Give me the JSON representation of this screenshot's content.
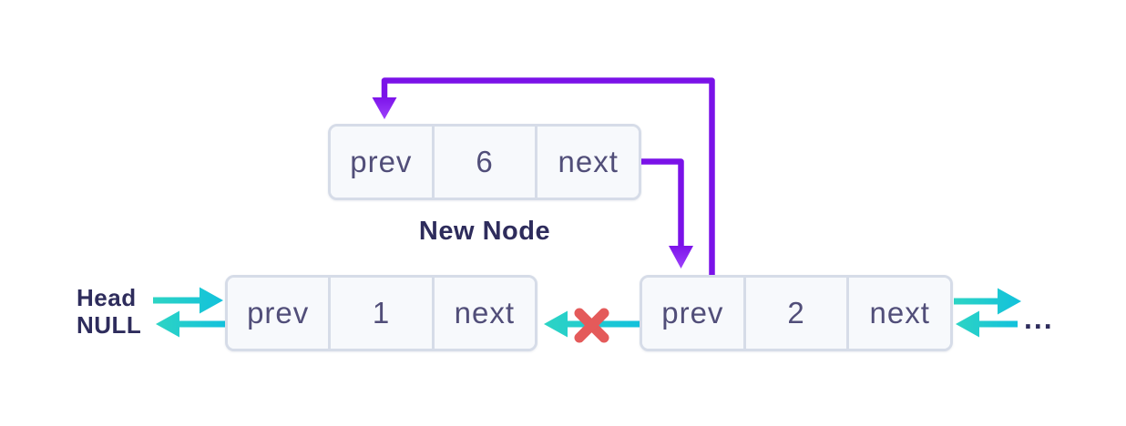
{
  "diagram": {
    "caption_new_node": "New Node",
    "head_label": "Head",
    "null_label": "NULL",
    "ellipsis": "...",
    "nodes": {
      "new_node": {
        "prev_label": "prev",
        "value": "6",
        "next_label": "next"
      },
      "node1": {
        "prev_label": "prev",
        "value": "1",
        "next_label": "next"
      },
      "node2": {
        "prev_label": "prev",
        "value": "2",
        "next_label": "next"
      }
    },
    "colors": {
      "purple_line": "#7a12e8",
      "purple_head_top": "#7d13ea",
      "purple_head_bottom": "#9d42fb",
      "teal_left": "#2dd4c4",
      "teal_right": "#12c1dc",
      "red_x": "#e45a5a",
      "label_navy": "#2e2c5c",
      "cell_text": "#514e79",
      "box_fill": "#f7f9fc",
      "box_border": "#d6dce8"
    }
  }
}
